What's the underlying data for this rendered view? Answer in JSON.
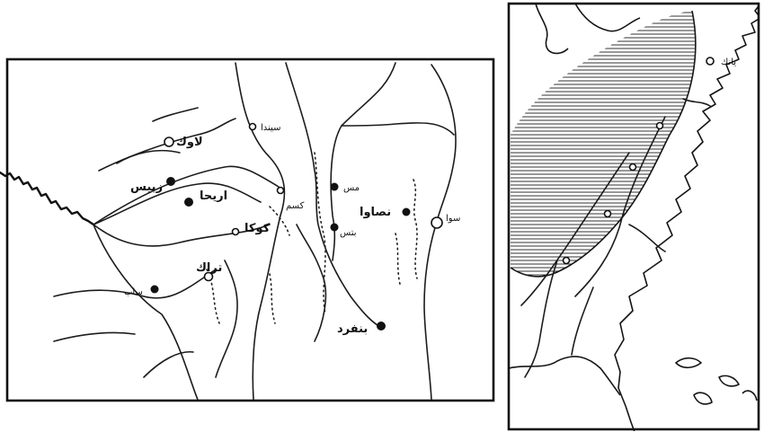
{
  "maps": [
    {
      "id": "regional-map",
      "places": [
        {
          "label": "لاوك",
          "marker": "ring"
        },
        {
          "label": "سيندا",
          "marker": "ring"
        },
        {
          "label": "زبيس",
          "marker": "dot"
        },
        {
          "label": "اريحا",
          "marker": "dot"
        },
        {
          "label": "كوكا",
          "marker": "ring"
        },
        {
          "label": "كسم",
          "marker": "ring"
        },
        {
          "label": "مس",
          "marker": "dot"
        },
        {
          "label": "نصاوا",
          "marker": "dot"
        },
        {
          "label": "بتس",
          "marker": "dot"
        },
        {
          "label": "سوا",
          "marker": "ring"
        },
        {
          "label": "تراك",
          "marker": "ring"
        },
        {
          "label": "ساب",
          "marker": "dot"
        },
        {
          "label": "بنفرد",
          "marker": "dot"
        }
      ]
    },
    {
      "id": "overview-map",
      "places": [
        {
          "label": "يانك",
          "marker": "ring"
        }
      ],
      "shaded_region": "hatched"
    }
  ]
}
